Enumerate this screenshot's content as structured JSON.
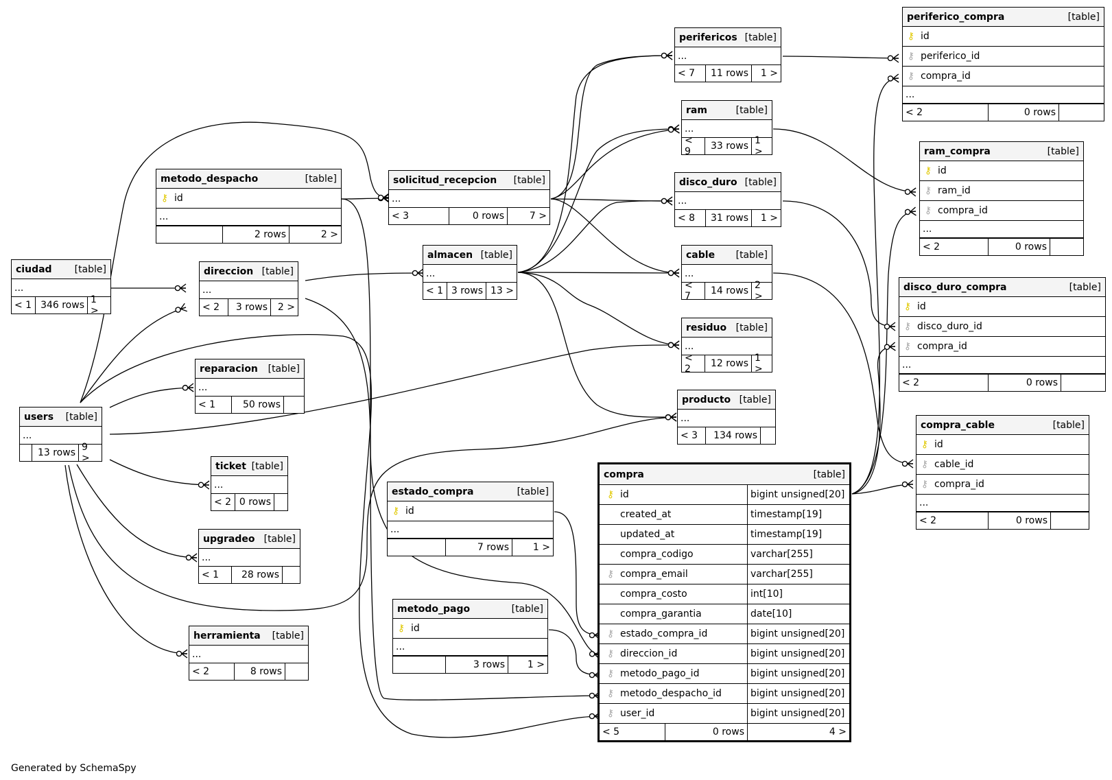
{
  "footer_text": "Generated by SchemaSpy",
  "colors": {
    "pk_key": "#e0c800",
    "fk_key": "#a8a8a8",
    "header_bg": "#f4f4f4"
  },
  "tables": {
    "periferico_compra": {
      "name": "periferico_compra",
      "tag": "[table]",
      "rows": [
        "id",
        "periferico_id",
        "compra_id"
      ],
      "keys": [
        "pk",
        "fk",
        "fk"
      ],
      "ellipsis": "...",
      "foot": [
        "< 2",
        "0 rows",
        ""
      ]
    },
    "perifericos": {
      "name": "perifericos",
      "tag": "[table]",
      "ellipsis": "...",
      "foot": [
        "< 7",
        "11 rows",
        "1 >"
      ]
    },
    "ram": {
      "name": "ram",
      "tag": "[table]",
      "ellipsis": "...",
      "foot": [
        "< 9",
        "33 rows",
        "1 >"
      ]
    },
    "ram_compra": {
      "name": "ram_compra",
      "tag": "[table]",
      "rows": [
        "id",
        "ram_id",
        "compra_id"
      ],
      "keys": [
        "pk",
        "fk",
        "fk"
      ],
      "ellipsis": "...",
      "foot": [
        "< 2",
        "0 rows",
        ""
      ]
    },
    "metodo_despacho": {
      "name": "metodo_despacho",
      "tag": "[table]",
      "rows": [
        "id"
      ],
      "keys": [
        "pk"
      ],
      "ellipsis": "...",
      "foot": [
        "",
        "2 rows",
        "2 >"
      ]
    },
    "solicitud_recepcion": {
      "name": "solicitud_recepcion",
      "tag": "[table]",
      "ellipsis": "...",
      "foot": [
        "< 3",
        "0 rows",
        "7 >"
      ]
    },
    "disco_duro": {
      "name": "disco_duro",
      "tag": "[table]",
      "ellipsis": "...",
      "foot": [
        "< 8",
        "31 rows",
        "1 >"
      ]
    },
    "ciudad": {
      "name": "ciudad",
      "tag": "[table]",
      "ellipsis": "...",
      "foot": [
        "< 1",
        "346 rows",
        "1 >"
      ]
    },
    "direccion": {
      "name": "direccion",
      "tag": "[table]",
      "ellipsis": "...",
      "foot": [
        "< 2",
        "3 rows",
        "2 >"
      ]
    },
    "almacen": {
      "name": "almacen",
      "tag": "[table]",
      "ellipsis": "...",
      "foot": [
        "< 1",
        "3 rows",
        "13 >"
      ]
    },
    "cable": {
      "name": "cable",
      "tag": "[table]",
      "ellipsis": "...",
      "foot": [
        "< 7",
        "14 rows",
        "2 >"
      ]
    },
    "disco_duro_compra": {
      "name": "disco_duro_compra",
      "tag": "[table]",
      "rows": [
        "id",
        "disco_duro_id",
        "compra_id"
      ],
      "keys": [
        "pk",
        "fk",
        "fk"
      ],
      "ellipsis": "...",
      "foot": [
        "< 2",
        "0 rows",
        ""
      ]
    },
    "residuo": {
      "name": "residuo",
      "tag": "[table]",
      "ellipsis": "...",
      "foot": [
        "< 2",
        "12 rows",
        "1 >"
      ]
    },
    "reparacion": {
      "name": "reparacion",
      "tag": "[table]",
      "ellipsis": "...",
      "foot": [
        "< 1",
        "50 rows",
        ""
      ]
    },
    "users": {
      "name": "users",
      "tag": "[table]",
      "ellipsis": "...",
      "foot": [
        "",
        "13 rows",
        "9 >"
      ]
    },
    "producto": {
      "name": "producto",
      "tag": "[table]",
      "ellipsis": "...",
      "foot": [
        "< 3",
        "134 rows",
        ""
      ]
    },
    "compra_cable": {
      "name": "compra_cable",
      "tag": "[table]",
      "rows": [
        "id",
        "cable_id",
        "compra_id"
      ],
      "keys": [
        "pk",
        "fk",
        "fk"
      ],
      "ellipsis": "...",
      "foot": [
        "< 2",
        "0 rows",
        ""
      ]
    },
    "ticket": {
      "name": "ticket",
      "tag": "[table]",
      "ellipsis": "...",
      "foot": [
        "< 2",
        "0 rows",
        ""
      ]
    },
    "estado_compra": {
      "name": "estado_compra",
      "tag": "[table]",
      "rows": [
        "id"
      ],
      "keys": [
        "pk"
      ],
      "ellipsis": "...",
      "foot": [
        "",
        "7 rows",
        "1 >"
      ]
    },
    "upgradeo": {
      "name": "upgradeo",
      "tag": "[table]",
      "ellipsis": "...",
      "foot": [
        "< 1",
        "28 rows",
        ""
      ]
    },
    "metodo_pago": {
      "name": "metodo_pago",
      "tag": "[table]",
      "rows": [
        "id"
      ],
      "keys": [
        "pk"
      ],
      "ellipsis": "...",
      "foot": [
        "",
        "3 rows",
        "1 >"
      ]
    },
    "herramienta": {
      "name": "herramienta",
      "tag": "[table]",
      "ellipsis": "...",
      "foot": [
        "< 2",
        "8 rows",
        ""
      ]
    },
    "compra": {
      "name": "compra",
      "tag": "[table]",
      "columns": [
        {
          "name": "id",
          "type": "bigint unsigned[20]",
          "key": "pk"
        },
        {
          "name": "created_at",
          "type": "timestamp[19]",
          "key": ""
        },
        {
          "name": "updated_at",
          "type": "timestamp[19]",
          "key": ""
        },
        {
          "name": "compra_codigo",
          "type": "varchar[255]",
          "key": ""
        },
        {
          "name": "compra_email",
          "type": "varchar[255]",
          "key": "fk"
        },
        {
          "name": "compra_costo",
          "type": "int[10]",
          "key": ""
        },
        {
          "name": "compra_garantia",
          "type": "date[10]",
          "key": ""
        },
        {
          "name": "estado_compra_id",
          "type": "bigint unsigned[20]",
          "key": "fk"
        },
        {
          "name": "direccion_id",
          "type": "bigint unsigned[20]",
          "key": "fk"
        },
        {
          "name": "metodo_pago_id",
          "type": "bigint unsigned[20]",
          "key": "fk"
        },
        {
          "name": "metodo_despacho_id",
          "type": "bigint unsigned[20]",
          "key": "fk"
        },
        {
          "name": "user_id",
          "type": "bigint unsigned[20]",
          "key": "fk"
        }
      ],
      "foot": [
        "< 5",
        "0 rows",
        "4 >"
      ]
    }
  }
}
